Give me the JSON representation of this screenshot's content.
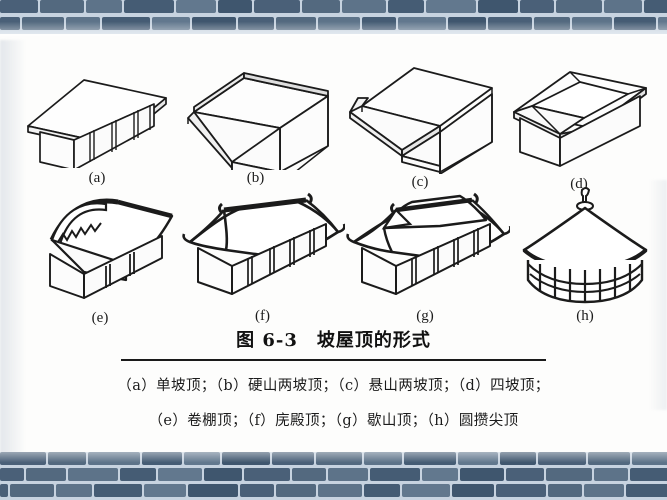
{
  "page": {
    "background_color": "#fdfdfc",
    "border_style": "brick-wall",
    "brick_colors": [
      "#4a6078",
      "#53697f",
      "#5d7389",
      "#455c74",
      "#62788e",
      "#3f566e"
    ],
    "mortar_color": "#c7d3e0"
  },
  "figure": {
    "items": [
      {
        "id": "a",
        "label": "(a)",
        "icon": "shed-roof-diagram",
        "name_zh": "单坡顶",
        "name_en": "single-slope shed roof"
      },
      {
        "id": "b",
        "label": "(b)",
        "icon": "flush-gable-roof-diagram",
        "name_zh": "硬山两坡顶",
        "name_en": "flush gable roof"
      },
      {
        "id": "c",
        "label": "(c)",
        "icon": "overhang-gable-roof-diagram",
        "name_zh": "悬山两坡顶",
        "name_en": "overhanging gable roof"
      },
      {
        "id": "d",
        "label": "(d)",
        "icon": "hip-roof-diagram",
        "name_zh": "四坡顶",
        "name_en": "four-slope hip roof"
      },
      {
        "id": "e",
        "label": "(e)",
        "icon": "rolled-ridge-roof-diagram",
        "name_zh": "卷棚顶",
        "name_en": "rolled-ridge roof"
      },
      {
        "id": "f",
        "label": "(f)",
        "icon": "wudian-roof-diagram",
        "name_zh": "庑殿顶",
        "name_en": "wudian hip roof"
      },
      {
        "id": "g",
        "label": "(g)",
        "icon": "xieshan-roof-diagram",
        "name_zh": "歇山顶",
        "name_en": "xieshan gable-hip roof"
      },
      {
        "id": "h",
        "label": "(h)",
        "icon": "round-pyramidal-roof-diagram",
        "name_zh": "圆攒尖顶",
        "name_en": "round pyramidal roof"
      }
    ]
  },
  "caption": {
    "title": "图 6-3　坡屋顶的形式",
    "line1": "（a）单坡顶；（b）硬山两坡顶；（c）悬山两坡顶；（d）四坡顶；",
    "line2": "（e）卷棚顶；（f）庑殿顶；（g）歇山顶；（h）圆攒尖顶"
  }
}
